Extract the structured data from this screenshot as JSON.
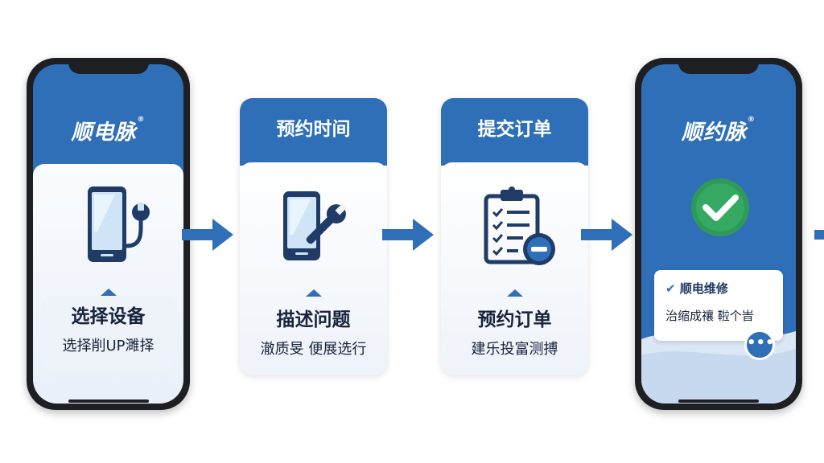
{
  "step1": {
    "brand": "顺电脉",
    "brand_mark": "®",
    "title": "选择设备",
    "subtitle": "选择削UP濉择",
    "icon": "phone-wrench-icon"
  },
  "step2": {
    "header": "预约时间",
    "title": "描述问题",
    "subtitle": "澈质旻  便展选行",
    "icon": "phone-wrench-icon"
  },
  "step3": {
    "header": "提交订单",
    "title": "预约订单",
    "subtitle": "建乐投富测搏",
    "icon": "clipboard-checklist-icon"
  },
  "step4": {
    "brand": "顺约脉",
    "brand_mark": "®",
    "check_label": "顺电维修",
    "message": "治缩成禳  鞡个旹",
    "icon": "success-check-icon",
    "more_icon": "more-dots-icon"
  },
  "colors": {
    "primary": "#2f6fb8",
    "dark_navy": "#1f3b66",
    "success": "#2e9a57"
  }
}
